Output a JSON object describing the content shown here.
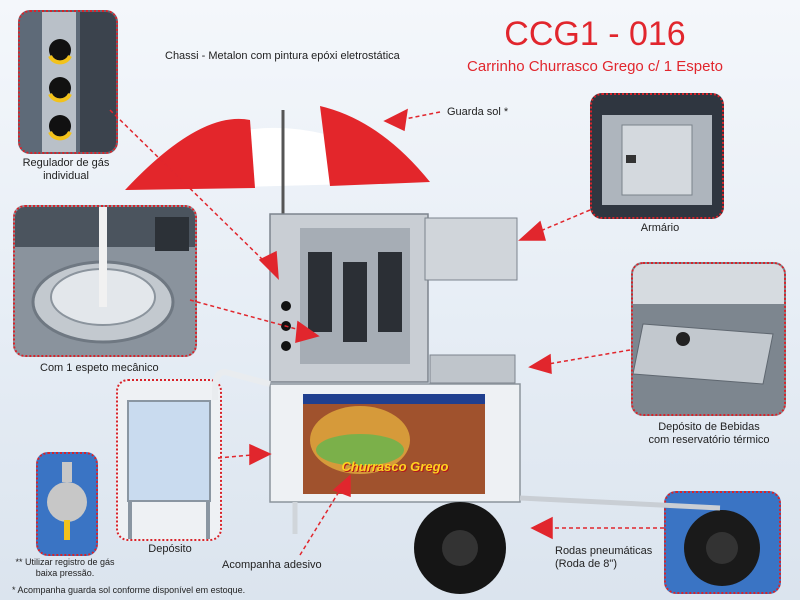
{
  "title": {
    "code": "CCG1 - 016",
    "subtitle": "Carrinho Churrasco Grego c/ 1 Espeto"
  },
  "labels": {
    "chassi": "Chassi - Metalon com pintura epóxi eletrostática",
    "guarda_sol": "Guarda sol *",
    "regulador_line1": "Regulador de gás",
    "regulador_line2": "individual",
    "armario": "Armário",
    "espeto": "Com 1 espeto mecânico",
    "deposito_bebidas_line1": "Depósito de Bebidas",
    "deposito_bebidas_line2": "com reservatório térmico",
    "deposito": "Depósito",
    "registro_line1": "** Utilizar registro de gás",
    "registro_line2": "baixa pressão.",
    "adesivo": "Acompanha adesivo",
    "rodas_line1": "Rodas pneumáticas",
    "rodas_line2": "(Roda de 8\")",
    "footnote": "* Acompanha guarda sol conforme disponível em estoque."
  },
  "sticker": {
    "brand": "Churrasco Grego"
  },
  "colors": {
    "accent_red": "#e1262d",
    "dotted_border": "#d8232a",
    "umbrella_red": "#e3262b",
    "steel": "#c9ced4"
  }
}
